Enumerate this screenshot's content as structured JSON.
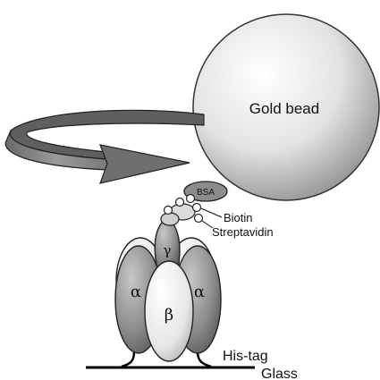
{
  "figure": {
    "labels": {
      "gold_bead": "Gold bead",
      "bsa": "BSA",
      "biotin": "Biotin",
      "streptavidin": "Streptavidin",
      "his_tag": "His-tag",
      "glass": "Glass"
    },
    "subunits": {
      "gamma": "γ",
      "alpha": "α",
      "beta": "β"
    }
  }
}
